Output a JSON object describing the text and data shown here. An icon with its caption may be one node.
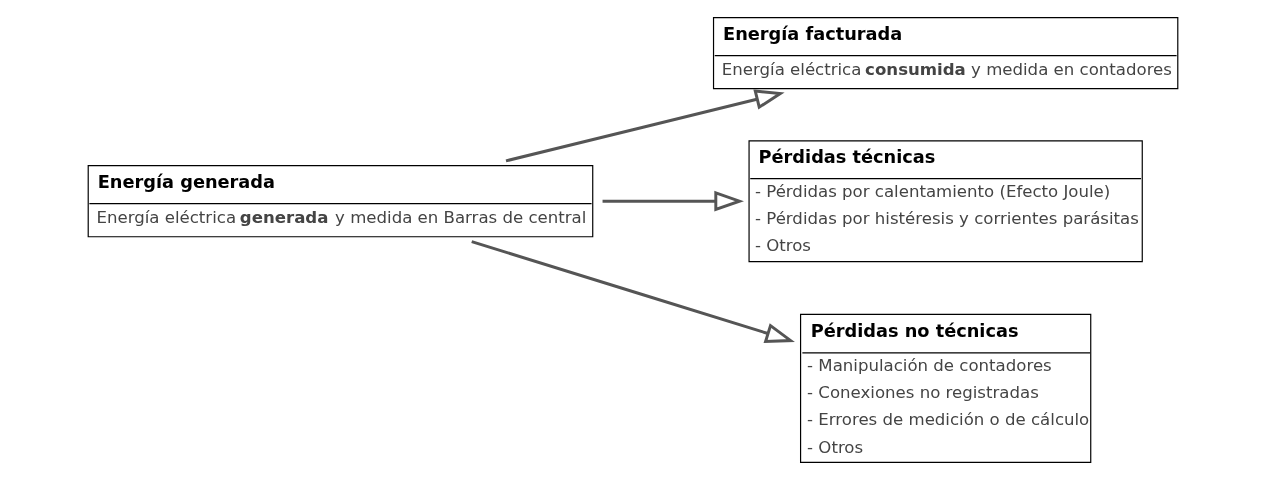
{
  "diagram": {
    "nodes": [
      {
        "text": [
          "Energía generada",
          "Energía eléctrica **generada** y medida en Barras de central"
        ]
      },
      {
        "text": [
          "Energía facturada",
          "Energía eléctrica **consumida** y medida en contadores"
        ]
      },
      {
        "text": [
          "Pérdidas técnicas",
          "- Pérdidas por calentamiento (Efecto Joule)",
          "- Pérdidas por histéresis y corrientes parásitas",
          "- Otros"
        ]
      },
      {
        "text": [
          "Pérdidas no técnicas",
          "- Manipulación de contadores",
          "- Conexiones no registradas",
          "- Errores de medición o de cálculo",
          "- Otros"
        ]
      }
    ],
    "edges": [
      {
        "from": 0,
        "to": 1,
        "arrow": "to"
      },
      {
        "from": 0,
        "to": 2,
        "arrow": "to"
      },
      {
        "from": 0,
        "to": 3,
        "arrow": "to"
      }
    ]
  }
}
